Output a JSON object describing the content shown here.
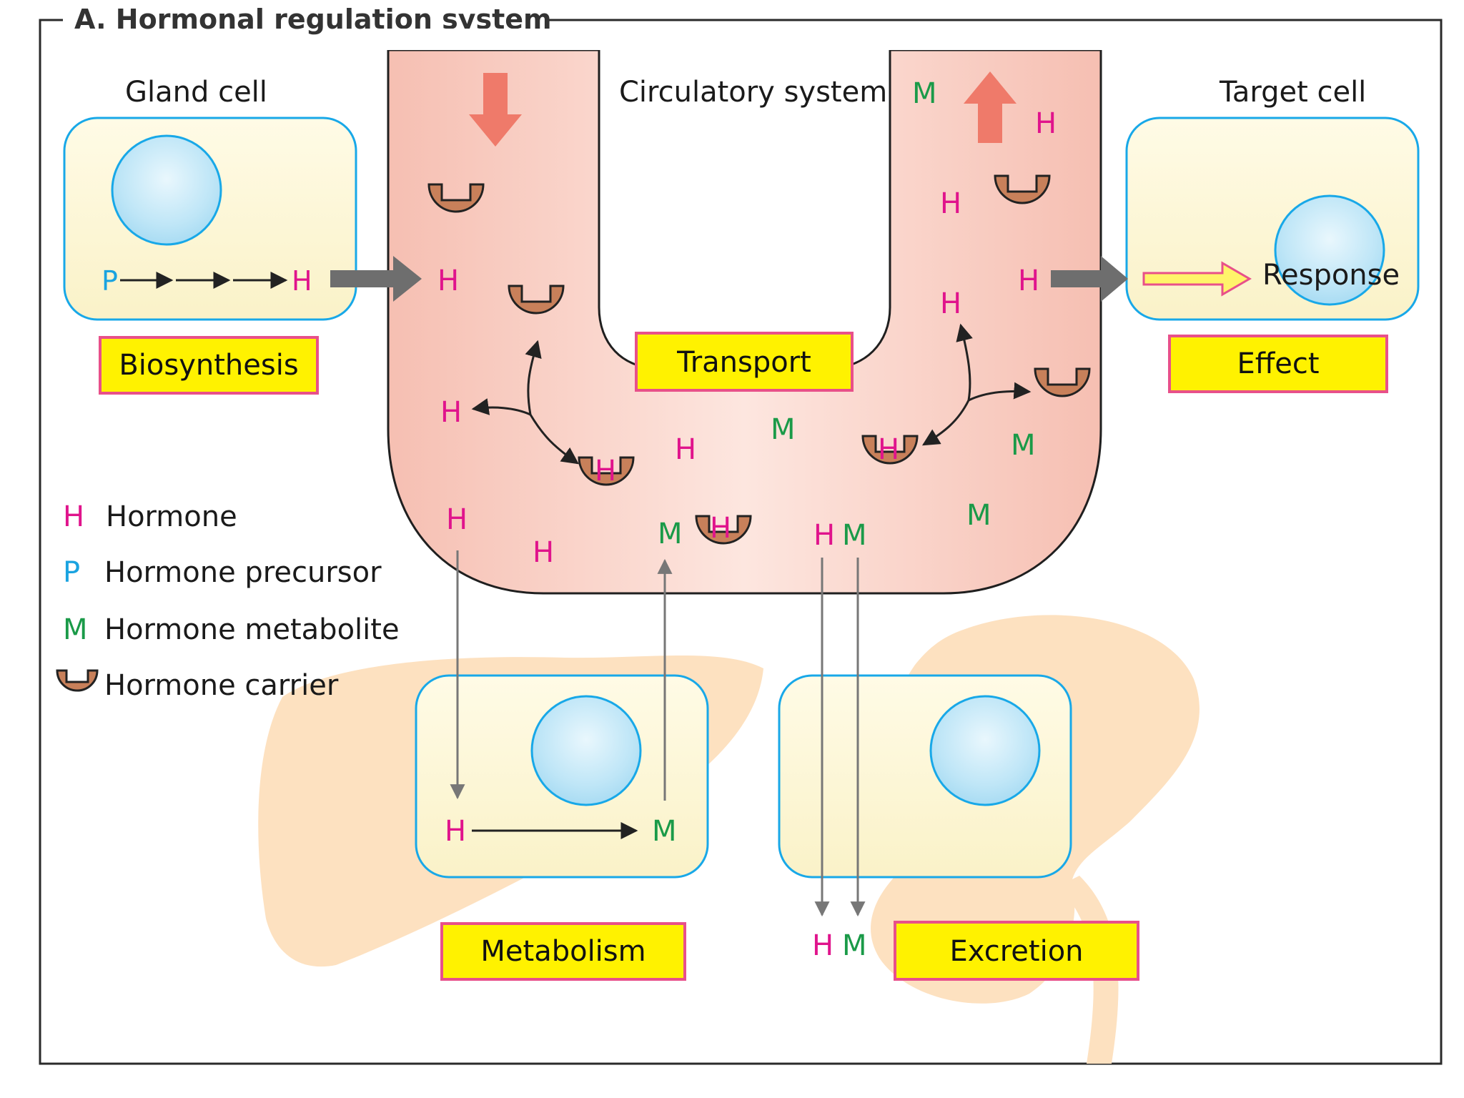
{
  "title": "A. Hormonal regulation system",
  "labels": {
    "gland_cell": "Gland cell",
    "circulatory_system": "Circulatory system",
    "target_cell": "Target cell",
    "response": "Response"
  },
  "process_boxes": {
    "biosynthesis": "Biosynthesis",
    "transport": "Transport",
    "effect": "Effect",
    "metabolism": "Metabolism",
    "excretion": "Excretion"
  },
  "symbols": {
    "hormone": "H",
    "precursor": "P",
    "metabolite": "M"
  },
  "legend": [
    {
      "symbol": "H",
      "text": "Hormone"
    },
    {
      "symbol": "P",
      "text": "Hormone precursor"
    },
    {
      "symbol": "M",
      "text": "Hormone metabolite"
    },
    {
      "symbol": "",
      "text": "Hormone carrier"
    }
  ],
  "colors": {
    "hormone": "#e0148c",
    "precursor": "#1aa3e0",
    "metabolite": "#1a9a48",
    "carrier": "#c8805a",
    "vessel": "#f8cfc4",
    "cell_border": "#18a8e8",
    "cell_fill": "#fdf8dc",
    "box_fill": "#fff200",
    "box_border": "#e8508a",
    "organ": "#fde0bc",
    "arrow_gray": "#707070",
    "flow_arrow": "#ef7a6a"
  }
}
